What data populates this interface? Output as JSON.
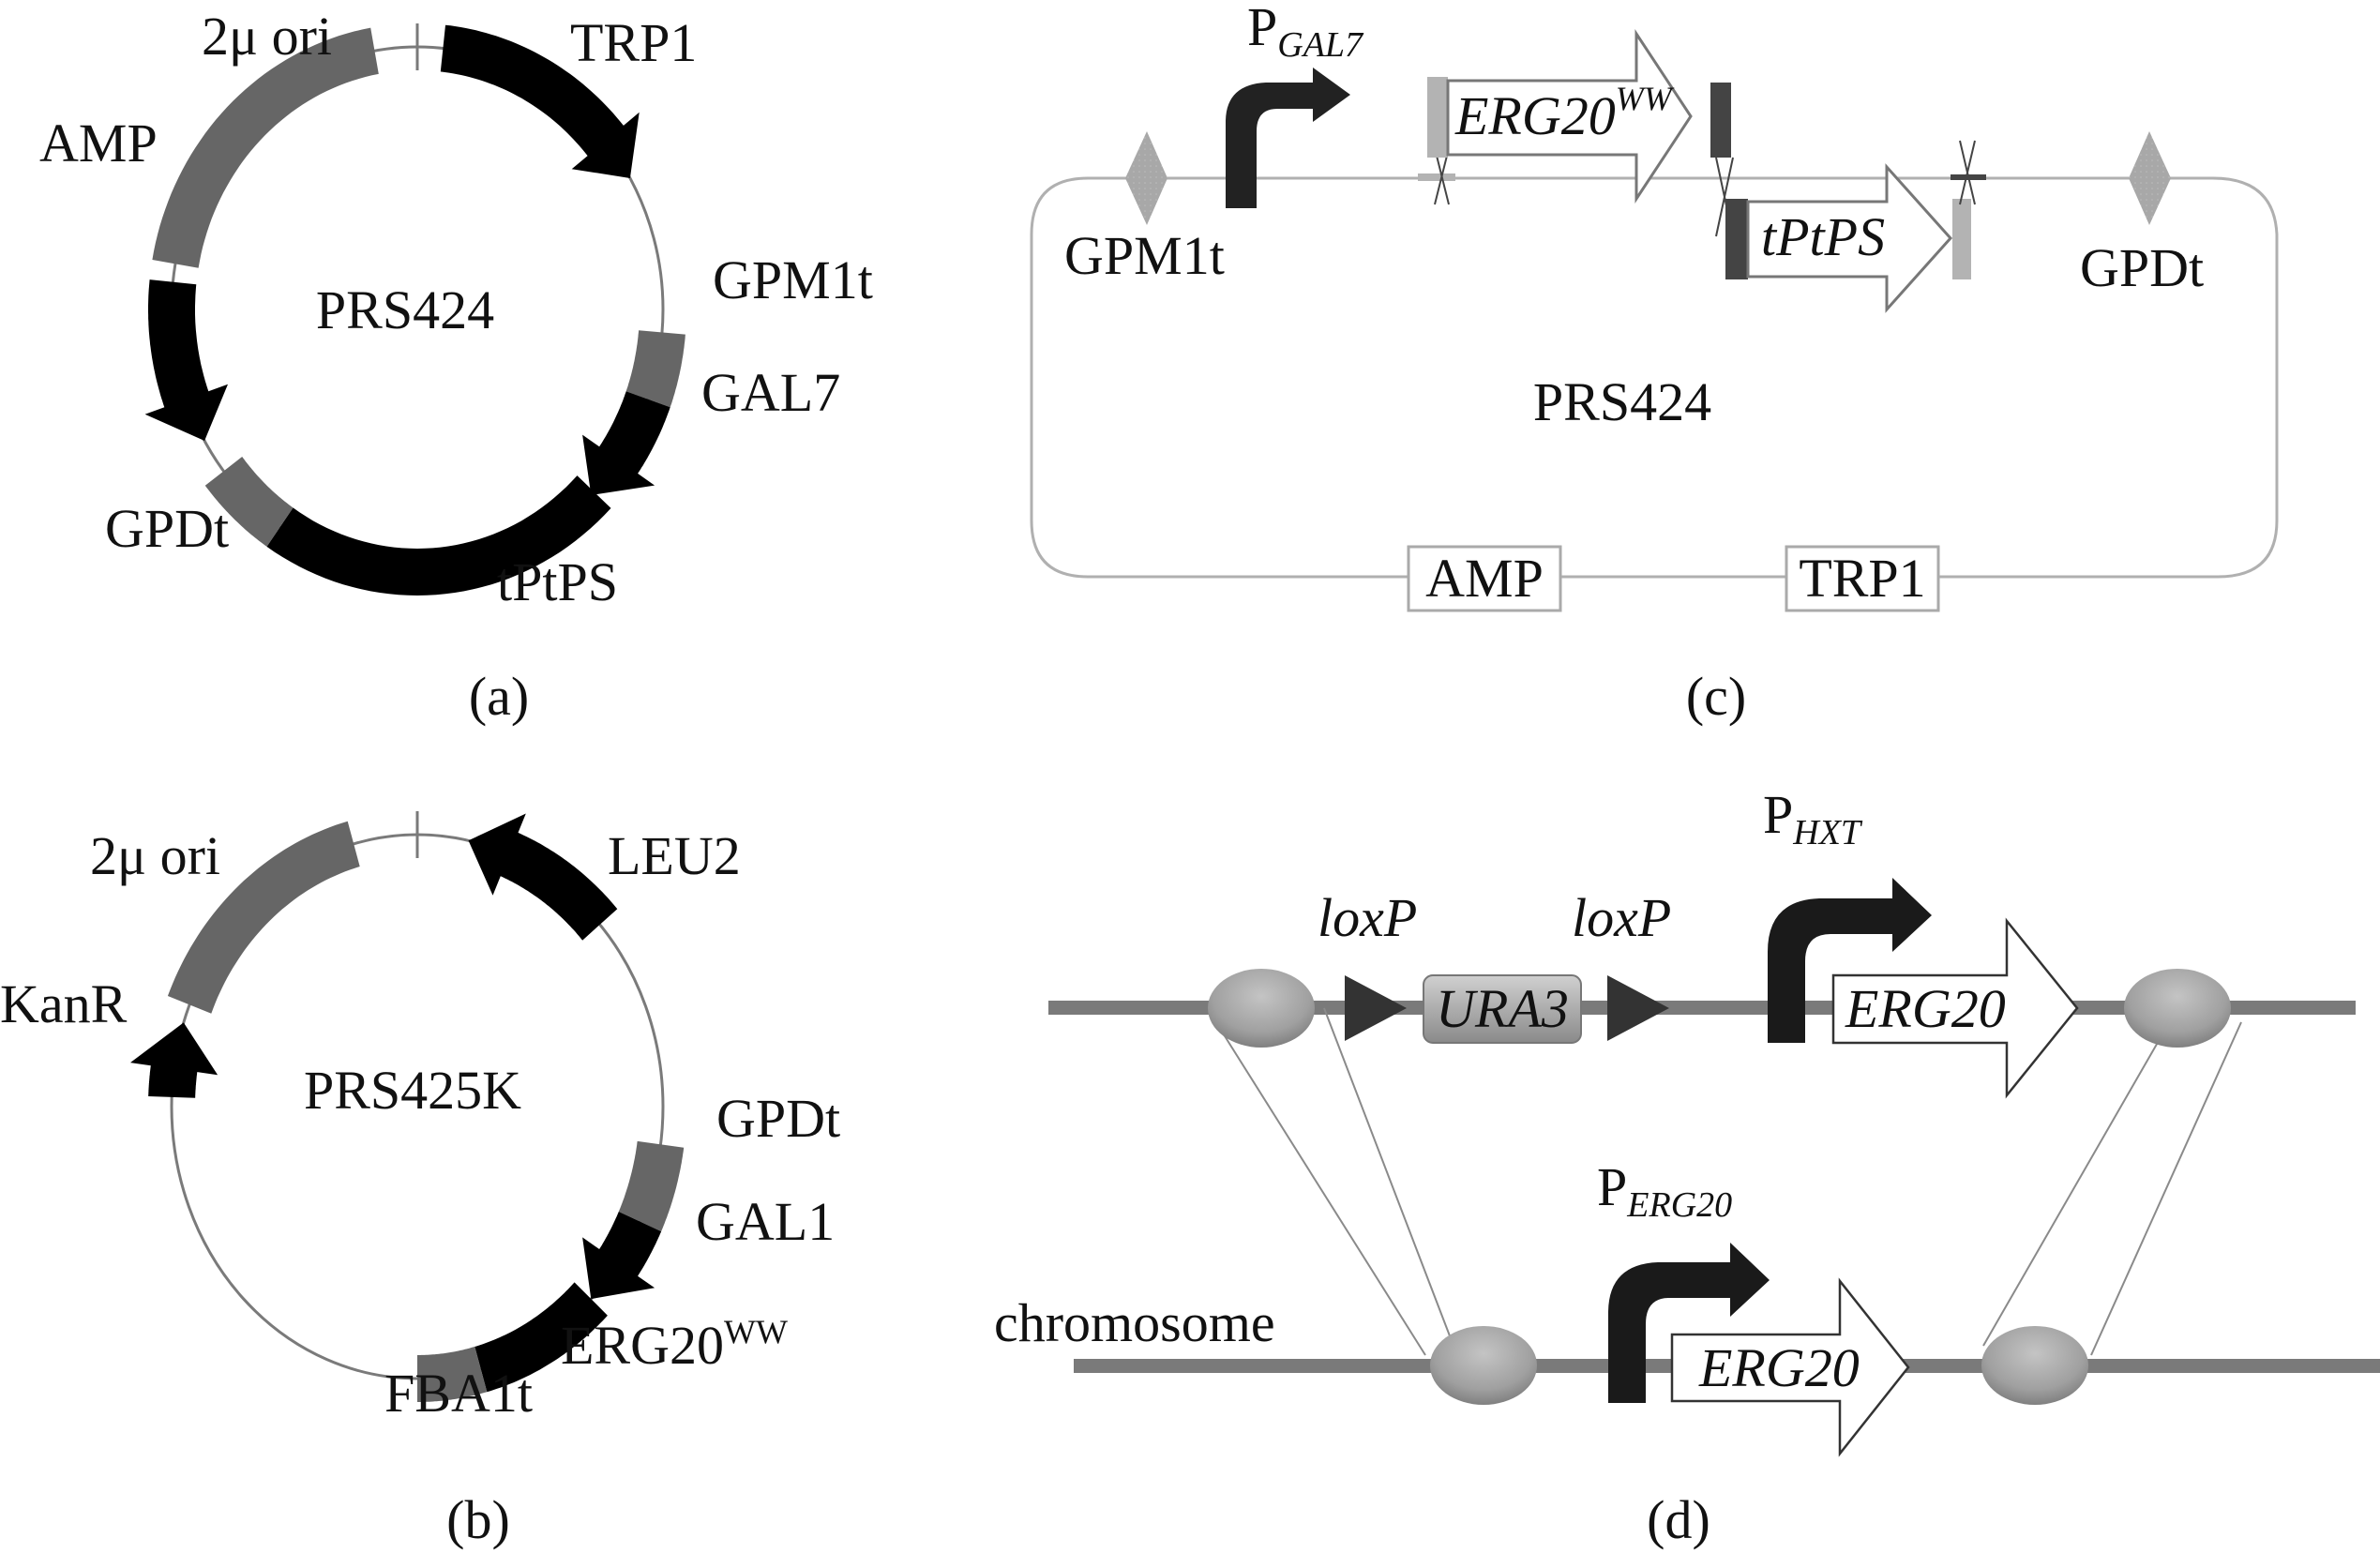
{
  "figure": {
    "panels": [
      {
        "id": "a",
        "caption": "(a)",
        "type": "circular-plasmid-map",
        "plasmid_name": "PRS424",
        "features": [
          {
            "name": "2μ ori",
            "kind": "origin",
            "color": "#666666",
            "start_deg": -80,
            "end_deg": -10,
            "arrow": "none"
          },
          {
            "name": "TRP1",
            "kind": "gene",
            "color": "#000000",
            "start_deg": 6,
            "end_deg": 60,
            "arrow": "cw"
          },
          {
            "name": "GPM1t",
            "kind": "terminator",
            "color": "#666666",
            "start_deg": 95,
            "end_deg": 110,
            "arrow": "none"
          },
          {
            "name": "GAL7",
            "kind": "promoter",
            "color": "#000000",
            "start_deg": 110,
            "end_deg": 135,
            "arrow": "cw"
          },
          {
            "name": "tPtPS",
            "kind": "gene",
            "color": "#000000",
            "start_deg": 134,
            "end_deg": 214,
            "arrow": "none"
          },
          {
            "name": "GPDt",
            "kind": "terminator",
            "color": "#666666",
            "start_deg": 214,
            "end_deg": 232,
            "arrow": "none"
          },
          {
            "name": "AMP",
            "kind": "gene",
            "color": "#000000",
            "start_deg": -84,
            "end_deg": -120,
            "arrow": "ccw"
          }
        ]
      },
      {
        "id": "b",
        "caption": "(b)",
        "type": "circular-plasmid-map",
        "plasmid_name": "PRS425K",
        "features": [
          {
            "name": "2μ ori",
            "kind": "origin",
            "color": "#666666",
            "start_deg": -68,
            "end_deg": -15,
            "arrow": "none"
          },
          {
            "name": "LEU2",
            "kind": "gene",
            "color": "#000000",
            "start_deg": 48,
            "end_deg": 12,
            "arrow": "ccw"
          },
          {
            "name": "GPDt",
            "kind": "terminator",
            "color": "#666666",
            "start_deg": 98,
            "end_deg": 115,
            "arrow": "none"
          },
          {
            "name": "GAL1",
            "kind": "promoter",
            "color": "#000000",
            "start_deg": 115,
            "end_deg": 135,
            "arrow": "cw"
          },
          {
            "name": "ERG20WW",
            "kind": "gene",
            "color": "#000000",
            "start_deg": 135,
            "end_deg": 165,
            "arrow": "none"
          },
          {
            "name": "FBA1t",
            "kind": "terminator",
            "color": "#666666",
            "start_deg": 165,
            "end_deg": 180,
            "arrow": "none"
          },
          {
            "name": "KanR",
            "kind": "gene",
            "color": "#000000",
            "start_deg": -88,
            "end_deg": -72,
            "arrow": "cw"
          }
        ],
        "labels": {
          "erg20_base": "ERG20",
          "erg20_sup": "WW"
        }
      },
      {
        "id": "c",
        "caption": "(c)",
        "type": "linear-construct",
        "plasmid_name": "PRS424",
        "backbone_markers": [
          "AMP",
          "TRP1"
        ],
        "elements": [
          {
            "name": "GPM1t",
            "kind": "terminator-diamond",
            "color": "#aaaaaa"
          },
          {
            "name": "P",
            "subscript": "GAL7",
            "kind": "promoter",
            "color": "#222222"
          },
          {
            "name": "ERG20",
            "superscript": "WW",
            "kind": "gene-arrow",
            "color": "#ffffff"
          },
          {
            "name": "tPtPS",
            "kind": "gene-arrow",
            "color": "#ffffff"
          },
          {
            "name": "GPDt",
            "kind": "terminator-diamond",
            "color": "#aaaaaa"
          }
        ],
        "homology_arm_colors": {
          "light": "#b3b3b3",
          "dark": "#444444"
        }
      },
      {
        "id": "d",
        "caption": "(d)",
        "type": "homologous-recombination",
        "donor": {
          "elements": [
            {
              "name": "loxP",
              "kind": "site"
            },
            {
              "name": "URA3",
              "kind": "marker"
            },
            {
              "name": "loxP",
              "kind": "site"
            },
            {
              "name": "P",
              "subscript": "HXT",
              "kind": "promoter"
            },
            {
              "name": "ERG20",
              "kind": "gene-arrow"
            }
          ]
        },
        "chromosome": {
          "label": "chromosome",
          "elements": [
            {
              "name": "P",
              "subscript": "ERG20",
              "kind": "promoter"
            },
            {
              "name": "ERG20",
              "kind": "gene-arrow"
            }
          ]
        },
        "line_color": "#7a7a7a",
        "bead_color": "#a8a8a8"
      }
    ]
  }
}
